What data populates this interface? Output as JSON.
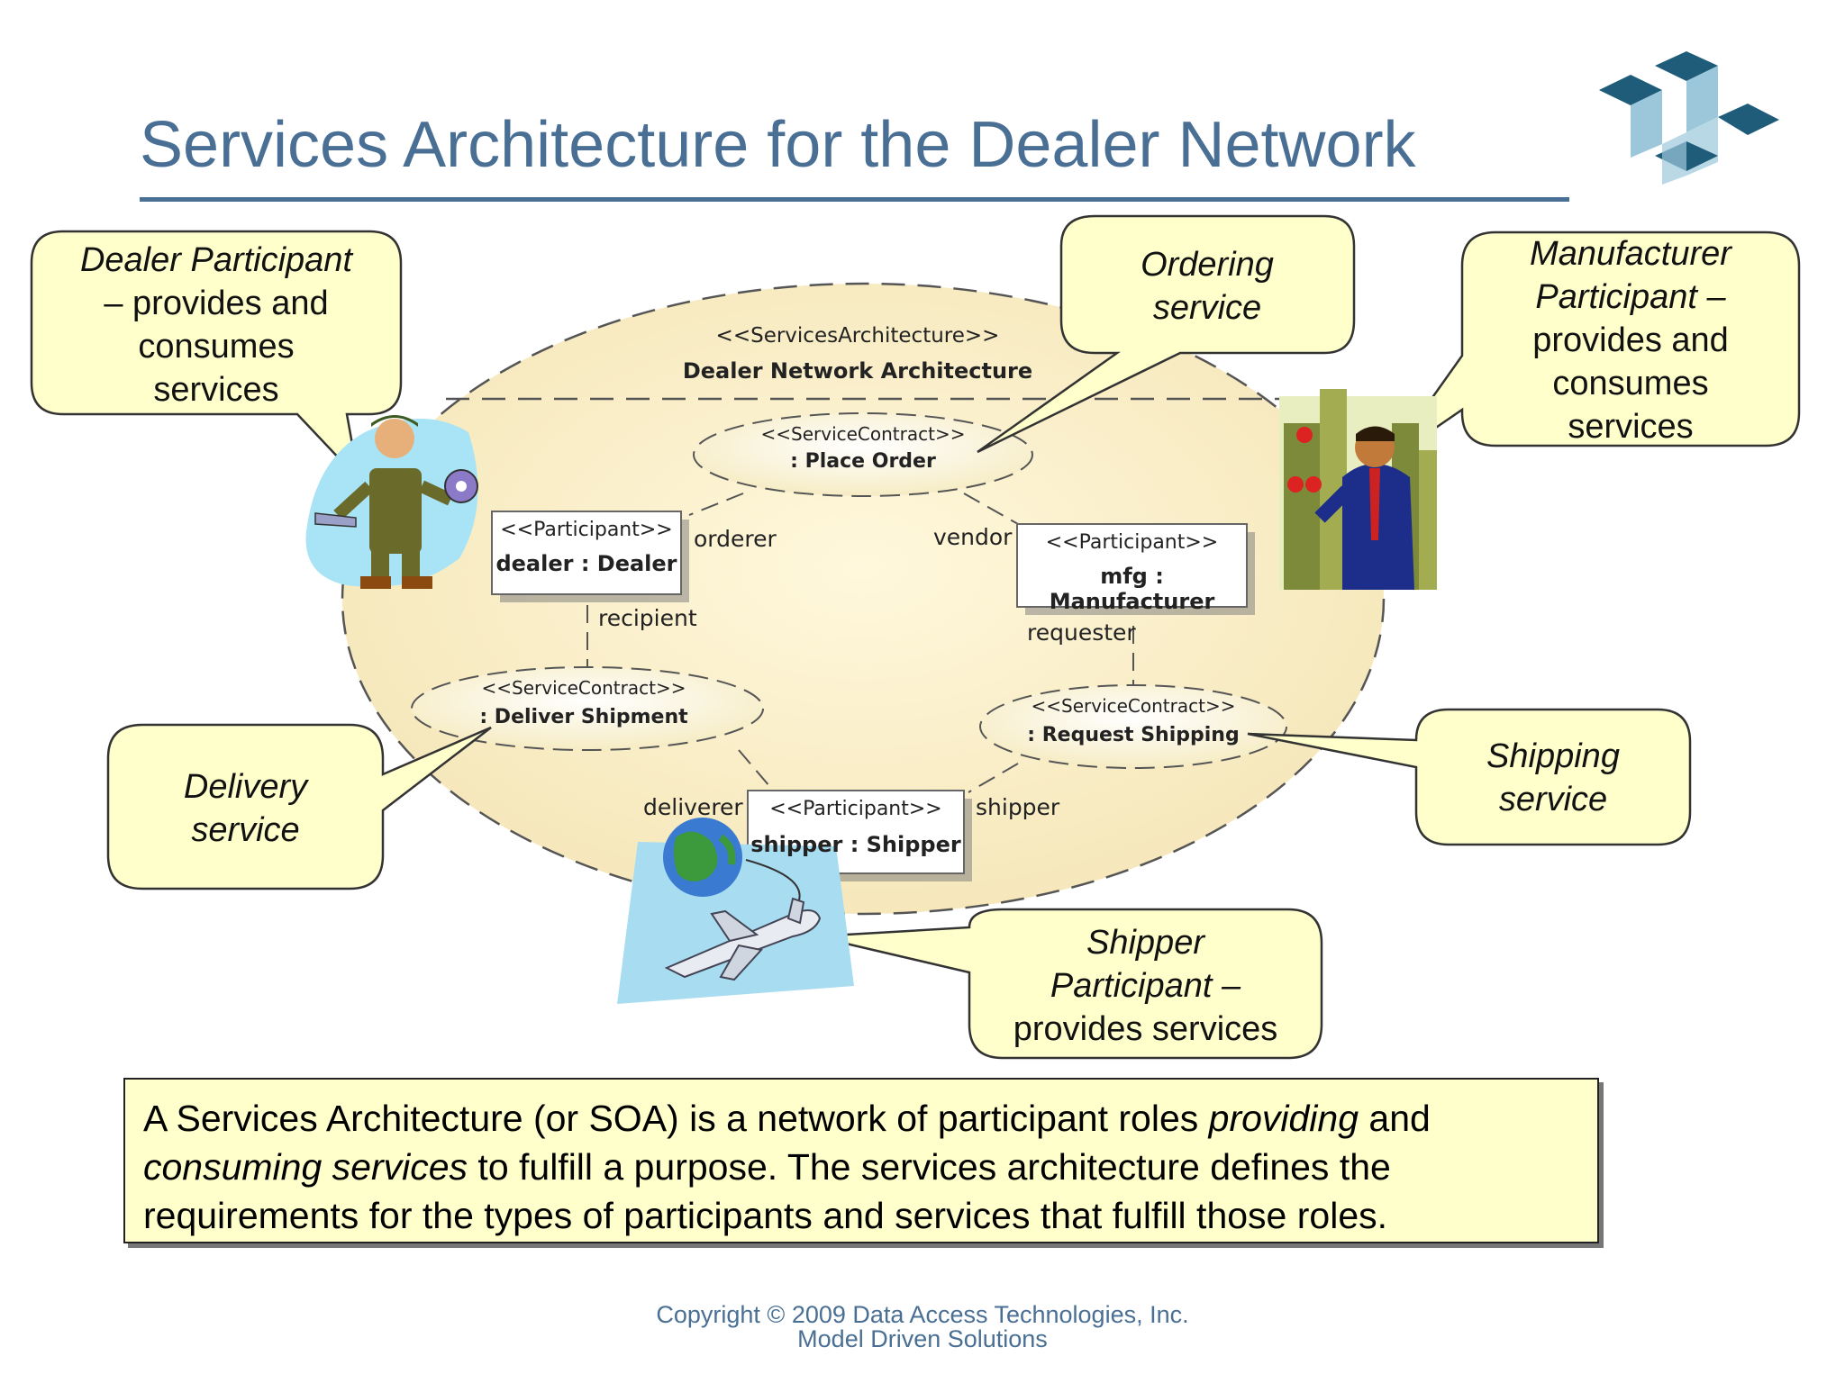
{
  "slide": {
    "title": "Services Architecture for the Dealer Network",
    "copyright_line1": "Copyright © 2009 Data Access Technologies, Inc.",
    "copyright_line2": "Model Driven Solutions"
  },
  "callouts": {
    "dealer": {
      "line1": "Dealer Participant",
      "line2": "– provides and",
      "line3": "consumes",
      "line4": "services"
    },
    "ordering": {
      "line1": "Ordering",
      "line2": "service"
    },
    "manufacturer": {
      "line1": "Manufacturer",
      "line2": "Participant –",
      "line3": "provides and",
      "line4": "consumes",
      "line5": "services"
    },
    "delivery": {
      "line1": "Delivery",
      "line2": "service"
    },
    "shipping": {
      "line1": "Shipping",
      "line2": "service"
    },
    "shipper": {
      "line1": "Shipper",
      "line2": "Participant –",
      "line3": "provides services"
    }
  },
  "diagram": {
    "architecture_stereotype": "<<ServicesArchitecture>>",
    "architecture_name": "Dealer Network Architecture",
    "contracts": {
      "place_order": {
        "stereotype": "<<ServiceContract>>",
        "name": ": Place Order"
      },
      "deliver_shipment": {
        "stereotype": "<<ServiceContract>>",
        "name": ": Deliver Shipment"
      },
      "request_shipping": {
        "stereotype": "<<ServiceContract>>",
        "name": ": Request Shipping"
      }
    },
    "participants": {
      "dealer": {
        "stereotype": "<<Participant>>",
        "name": "dealer : Dealer"
      },
      "manufacturer": {
        "stereotype": "<<Participant>>",
        "name": "mfg : Manufacturer"
      },
      "shipper": {
        "stereotype": "<<Participant>>",
        "name": "shipper : Shipper"
      }
    },
    "roles": {
      "orderer": "orderer",
      "vendor": "vendor",
      "recipient": "recipient",
      "requester": "requester",
      "deliverer": "deliverer",
      "shipper": "shipper"
    }
  },
  "summary": {
    "part1": "A Services Architecture (or SOA) is a network of participant roles ",
    "providing": "providing",
    "part2": " and ",
    "consuming": "consuming services",
    "part3": " to fulfill a purpose. The services architecture defines the requirements for the types of participants and services that fulfill those roles."
  },
  "colors": {
    "title": "#4a6f94",
    "callout_fill": "#ffffcc",
    "logo_dark": "#1f5c7a",
    "logo_light": "#9cc7db"
  },
  "icons": [
    "company-logo-icon",
    "mechanic-clipart-icon",
    "businessman-clipart-icon",
    "globe-airplane-clipart-icon"
  ]
}
